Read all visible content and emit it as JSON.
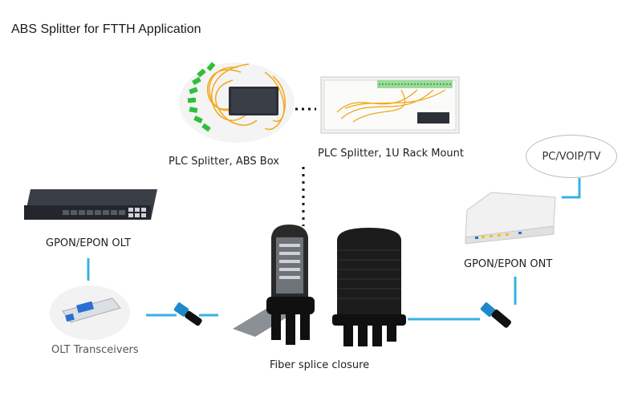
{
  "title": "ABS Splitter for FTTH Application",
  "labels": {
    "plc_abs": "PLC Splitter, ABS Box",
    "plc_rack": "PLC Splitter, 1U Rack Mount",
    "olt": "GPON/EPON OLT",
    "transceivers": "OLT Transceivers",
    "closure": "Fiber splice closure",
    "ont": "GPON/EPON ONT",
    "client": "PC/VOIP/TV"
  },
  "colors": {
    "link": "#3ab0e0",
    "fiber": "#f2a81d",
    "connector_green": "#2fbf3a",
    "device_dark": "#2b2f36",
    "closure_black": "#1c1c1c"
  }
}
